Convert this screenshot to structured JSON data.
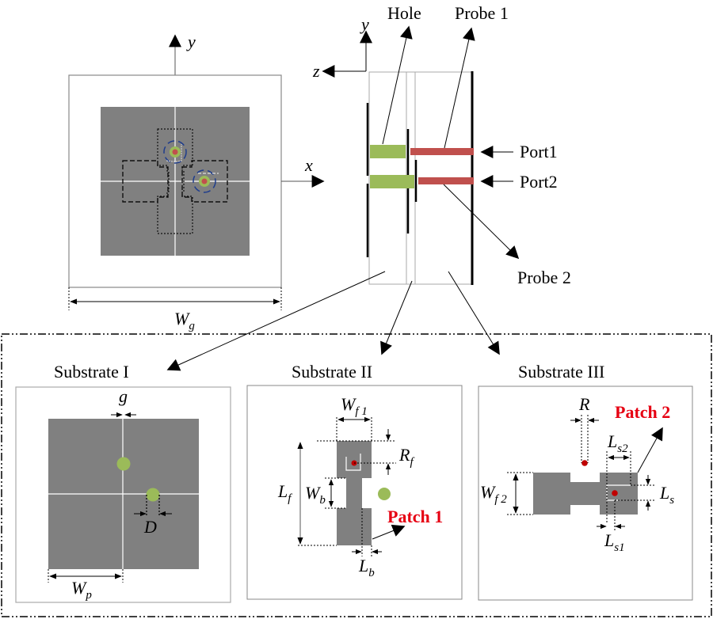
{
  "colors": {
    "patch_gray": "#808080",
    "hole_green": "#9bbb59",
    "probe_red": "#c0504d",
    "feed_dot_red": "#c00000",
    "patch_label_red": "#e60012",
    "via_ring_blue": "#1f3d8c"
  },
  "top_view": {
    "axis_y": "y",
    "axis_x": "x",
    "dimension_wg": {
      "main": "W",
      "sub": "g"
    }
  },
  "side_view": {
    "axis_y": "y",
    "axis_z": "z",
    "hole_label": "Hole",
    "probe1_label": "Probe 1",
    "probe2_label": "Probe 2",
    "port1_label": "Port1",
    "port2_label": "Port2"
  },
  "substrates": {
    "s1": {
      "title": "Substrate I",
      "dim_g": "g",
      "dim_d": "D",
      "dim_wp": {
        "main": "W",
        "sub": "p"
      }
    },
    "s2": {
      "title": "Substrate II",
      "dim_wf1": {
        "main": "W",
        "sub": "f 1"
      },
      "dim_rf": {
        "main": "R",
        "sub": "f"
      },
      "dim_lf": {
        "main": "L",
        "sub": "f"
      },
      "dim_wb": {
        "main": "W",
        "sub": "b"
      },
      "dim_lb": {
        "main": "L",
        "sub": "b"
      },
      "patch_label": "Patch 1"
    },
    "s3": {
      "title": "Substrate III",
      "dim_r": "R",
      "dim_ls2": {
        "main": "L",
        "sub": "s2"
      },
      "dim_wf2": {
        "main": "W",
        "sub": "f 2"
      },
      "dim_ls": {
        "main": "L",
        "sub": "s"
      },
      "dim_ls1": {
        "main": "L",
        "sub": "s1"
      },
      "patch_label": "Patch 2"
    }
  }
}
